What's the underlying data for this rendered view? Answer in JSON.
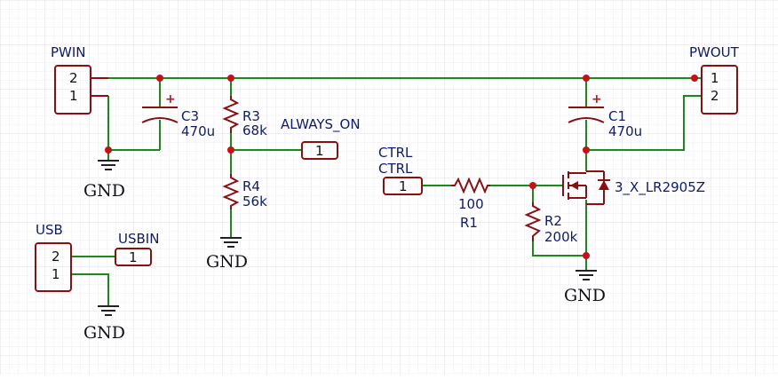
{
  "colors": {
    "background": "#ffffff",
    "grid": "#e6e6f2",
    "wire": "#1b8a1b",
    "component": "#8a1010",
    "junction": "#c8101a",
    "label_text": "#0e1a6a"
  },
  "connectors": {
    "pwin": {
      "name": "PWIN",
      "pins": [
        "2",
        "1"
      ]
    },
    "pwout": {
      "name": "PWOUT",
      "pins": [
        "1",
        "2"
      ]
    },
    "usb": {
      "name": "USB",
      "pins": [
        "2",
        "1"
      ]
    }
  },
  "net_ports": {
    "always_on": {
      "name": "ALWAYS_ON",
      "pin": "1"
    },
    "ctrl": {
      "name_top": "CTRL",
      "name": "CTRL",
      "pin": "1"
    },
    "usbin": {
      "name": "USBIN",
      "pin": "1"
    }
  },
  "capacitors": {
    "c3": {
      "ref": "C3",
      "value": "470u",
      "polarity": "+"
    },
    "c1": {
      "ref": "C1",
      "value": "470u",
      "polarity": "+"
    }
  },
  "resistors": {
    "r3": {
      "ref": "R3",
      "value": "68k"
    },
    "r4": {
      "ref": "R4",
      "value": "56k"
    },
    "r1": {
      "ref": "R1",
      "value": "100"
    },
    "r2": {
      "ref": "R2",
      "value": "200k"
    }
  },
  "mosfet": {
    "part": "3_X_LR2905Z"
  },
  "grounds": [
    "GND",
    "GND",
    "GND",
    "GND"
  ]
}
